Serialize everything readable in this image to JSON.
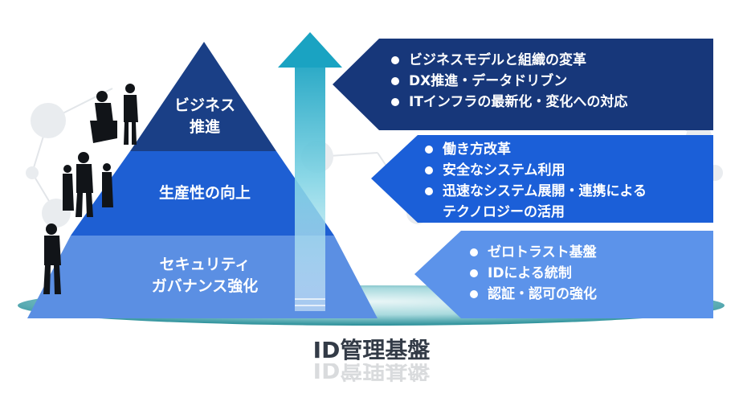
{
  "title": "ID管理基盤",
  "tiers": [
    {
      "label_lines": [
        "ビジネス",
        "推進"
      ]
    },
    {
      "label_lines": [
        "生産性の向上"
      ]
    },
    {
      "label_lines": [
        "セキュリティ",
        "ガバナンス強化"
      ]
    }
  ],
  "callouts": [
    {
      "items": [
        "ビジネスモデルと組織の変革",
        "DX推進・データドリブン",
        "ITインフラの最新化・変化への対応"
      ]
    },
    {
      "items": [
        "働き方改革",
        "安全なシステム利用",
        "迅速なシステム展開・連携による",
        "テクノロジーの活用"
      ]
    },
    {
      "items": [
        "ゼロトラスト基盤",
        "IDによる統制",
        "認証・認可の強化"
      ]
    }
  ],
  "colors": {
    "tier_top": "#1a3f86",
    "tier_mid": "#1e5fd3",
    "tier_bottom": "#5b8fe3",
    "callout_top": "#17377a",
    "callout_mid": "#1b5fd8",
    "callout_bottom": "#5c93ea",
    "base_ellipse": "#1f8d98",
    "arrow": "#3fb6cf"
  }
}
